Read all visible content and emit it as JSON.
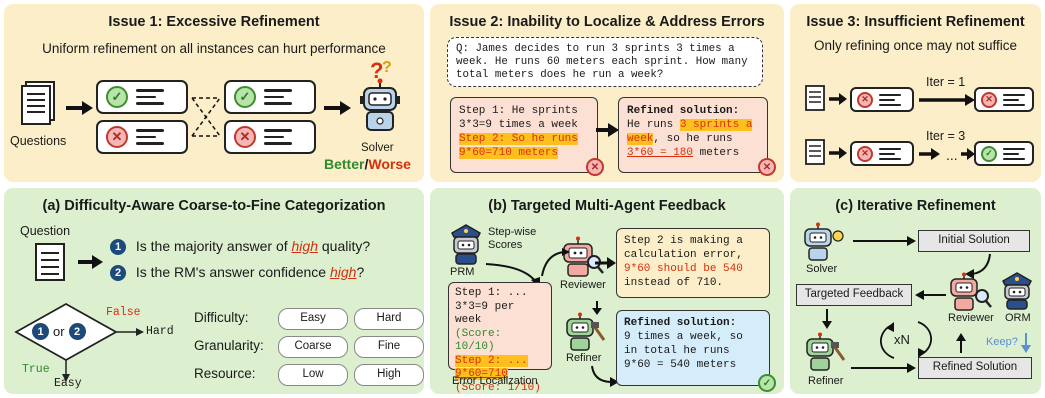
{
  "issue1": {
    "title": "Issue 1: Excessive Refinement",
    "subtitle": "Uniform refinement on all instances can hurt performance",
    "questions_label": "Questions",
    "solver_label": "Solver",
    "better": "Better",
    "slash": "/",
    "worse": "Worse"
  },
  "issue2": {
    "title": "Issue 2: Inability to Localize & Address Errors",
    "question": "Q: James decides to run 3 sprints 3 times a week. He runs 60 meters each sprint. How many total meters does he run a week?",
    "step_a": "Step 1: He sprints 3*3=9 times a week",
    "step_b": "Step 2: So he runs 9*60=710 meters",
    "refined_head": "Refined solution:",
    "refined_a": "He runs ",
    "refined_hl": "3 sprints a week",
    "refined_b": ", so he runs ",
    "refined_ul": "3*60 = 180",
    "refined_c": " meters"
  },
  "issue3": {
    "title": "Issue 3: Insufficient Refinement",
    "subtitle": "Only refining once may not suffice",
    "iter1": "Iter = 1",
    "iter3": "Iter = 3",
    "ellipsis": "..."
  },
  "panel_a": {
    "title": "(a) Difficulty-Aware Coarse-to-Fine Categorization",
    "question_label": "Question",
    "q1_num": "1",
    "q1_pre": "Is the majority answer of ",
    "q1_em": "high",
    "q1_post": " quality?",
    "q2_num": "2",
    "q2_pre": "Is the RM's answer confidence ",
    "q2_em": "high",
    "q2_post": "?",
    "or": "or",
    "false": "False",
    "true": "True",
    "hard": "Hard",
    "easy": "Easy",
    "rows": [
      {
        "label": "Difficulty:",
        "left": "Easy",
        "right": "Hard"
      },
      {
        "label": "Granularity:",
        "left": "Coarse",
        "right": "Fine"
      },
      {
        "label": "Resource:",
        "left": "Low",
        "right": "High"
      }
    ]
  },
  "panel_b": {
    "title": "(b) Targeted Multi-Agent Feedback",
    "prm": "PRM",
    "stepwise": "Step-wise Scores",
    "reviewer": "Reviewer",
    "refiner": "Refiner",
    "error_loc": "Error Localization",
    "steps_l1": "Step 1: ...",
    "steps_l2": "3*3=9 per week",
    "steps_l3": "(Score: 10/10)",
    "steps_l4": "Step 2: ...",
    "steps_l5": "9*60=710",
    "steps_l6": "(Score: 1/10)",
    "feedback_pre": "Step 2 is making a calculation error, ",
    "feedback_red": "9*60 should be 540",
    "feedback_post": " instead of 710.",
    "refined_head": "Refined solution:",
    "refined_body": "9 times a week, so in total he runs 9*60 = 540 meters"
  },
  "panel_c": {
    "title": "(c) Iterative Refinement",
    "solver": "Solver",
    "initial": "Initial Solution",
    "reviewer": "Reviewer",
    "orm": "ORM",
    "targeted": "Targeted Feedback",
    "xn": "xN",
    "keep": "Keep?",
    "refiner": "Refiner",
    "refined": "Refined Solution"
  },
  "colors": {
    "yellow_panel": "#fbeec9",
    "green_panel": "#dcefcf",
    "highlight": "#ffc01f",
    "red": "#d6300c",
    "green": "#2e8b2e"
  }
}
